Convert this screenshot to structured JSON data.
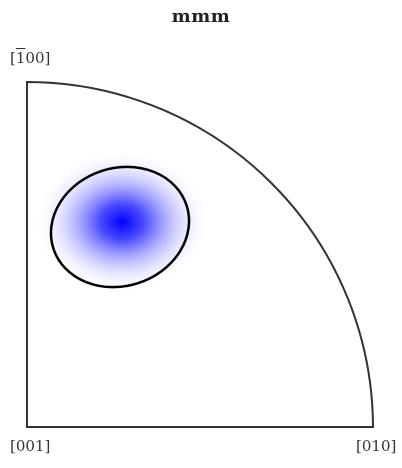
{
  "figure": {
    "title": "mmm",
    "corner_labels": {
      "top": {
        "open": "[",
        "bar_digit": "1",
        "rest": "00]"
      },
      "bottom_left": "[001]",
      "bottom_right": "[010]"
    },
    "colors": {
      "outline": "#333333",
      "density_peak": "#0000ff",
      "contour": "#000000"
    }
  }
}
